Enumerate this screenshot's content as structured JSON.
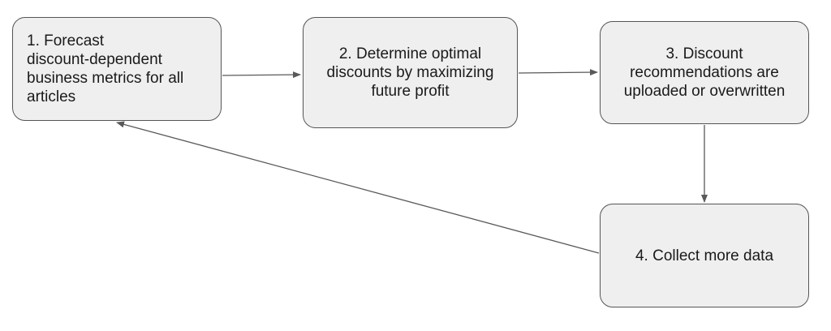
{
  "diagram": {
    "steps": [
      {
        "id": "step-1",
        "label": "1. Forecast\ndiscount-dependent\nbusiness metrics for all\narticles"
      },
      {
        "id": "step-2",
        "label": "2. Determine optimal\ndiscounts by maximizing\nfuture profit"
      },
      {
        "id": "step-3",
        "label": "3. Discount\nrecommendations are\nuploaded or overwritten"
      },
      {
        "id": "step-4",
        "label": "4. Collect more data"
      }
    ],
    "connections": [
      {
        "from": "step-1",
        "to": "step-2"
      },
      {
        "from": "step-2",
        "to": "step-3"
      },
      {
        "from": "step-3",
        "to": "step-4"
      },
      {
        "from": "step-4",
        "to": "step-1"
      }
    ],
    "colors": {
      "box_fill": "#efefef",
      "box_border": "#555555",
      "arrow": "#595959",
      "text": "#1a1a1a"
    }
  }
}
